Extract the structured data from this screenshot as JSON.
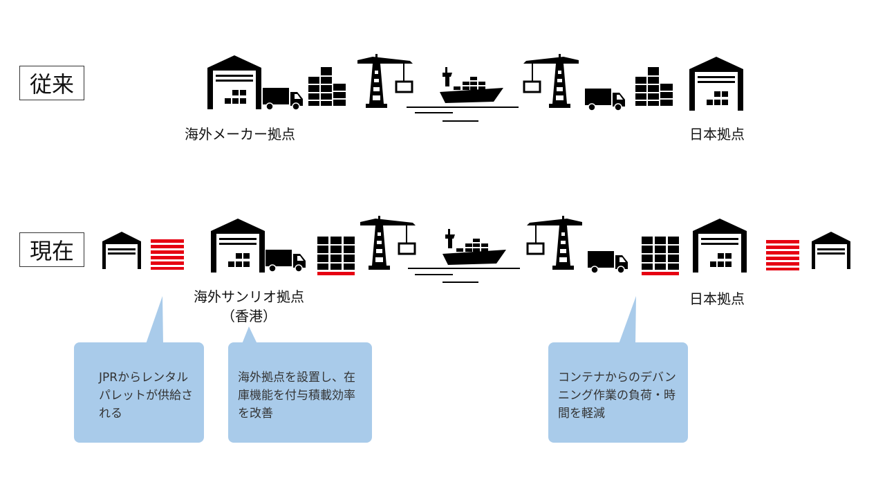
{
  "rows": [
    {
      "label": "従来",
      "origin_label": "海外メーカー拠点",
      "dest_label": "日本拠点"
    },
    {
      "label": "現在",
      "origin_label": "海外サンリオ拠点",
      "origin_sub": "（香港）",
      "dest_label": "日本拠点"
    }
  ],
  "callouts": [
    {
      "text": "JPRからレンタルパレットが供給される"
    },
    {
      "text": "海外拠点を設置し、在庫機能を付与積載効率を改善"
    },
    {
      "text": "コンテナからのデバンニング作業の負荷・時間を軽減"
    }
  ],
  "colors": {
    "accent": "#e60012",
    "callout": "#a9cbea"
  }
}
